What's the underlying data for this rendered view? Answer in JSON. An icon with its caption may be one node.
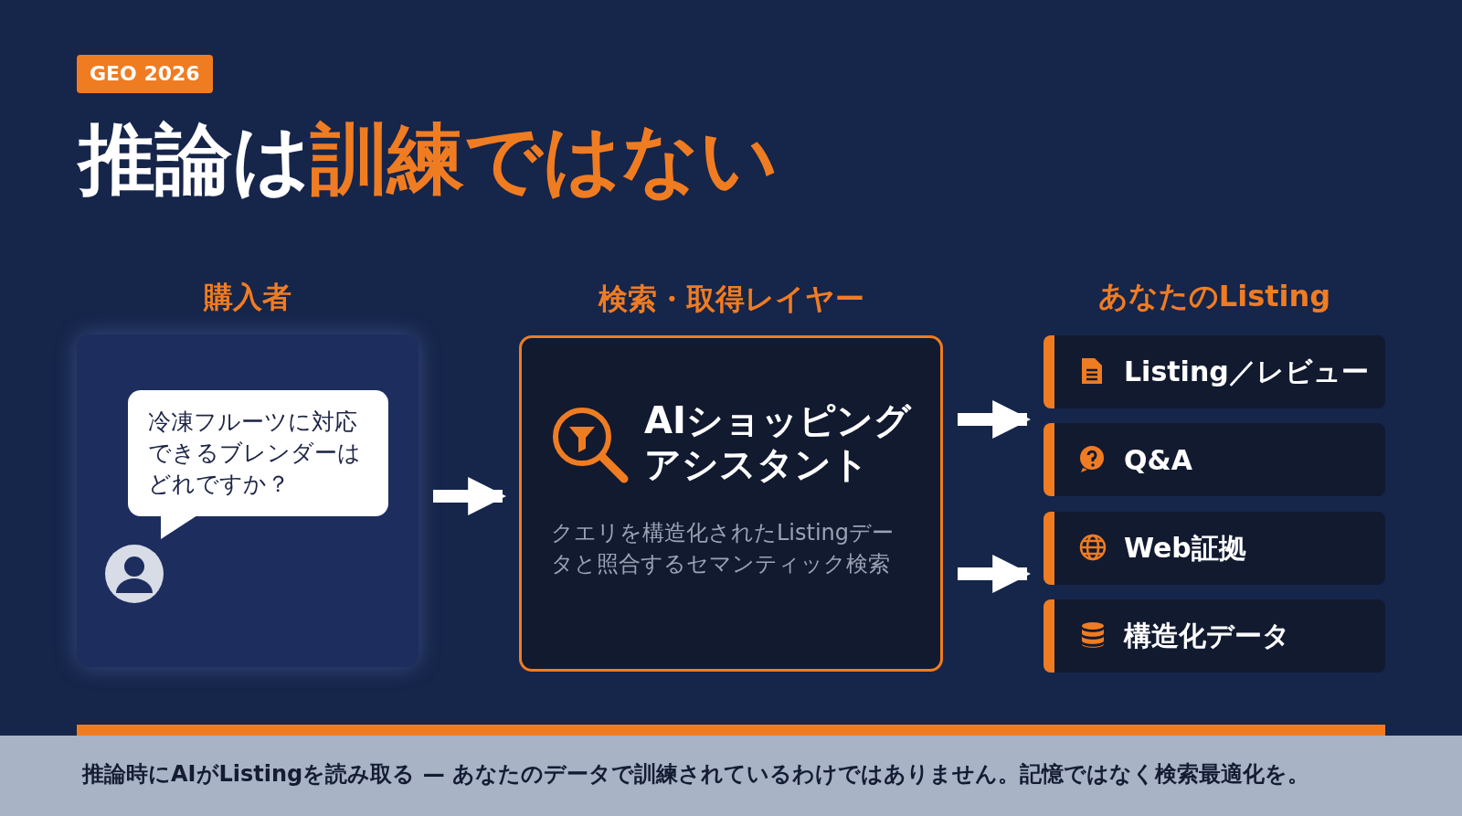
{
  "diagram": {
    "title": "推論は訓練ではない",
    "caption": "推論時にAIがListingを読み取る — あなたのデータで訓練されているわけではありません。記憶ではなく検索最適化を。",
    "nodes": [
      {
        "text": [
          "購入者"
        ]
      },
      {
        "text": [
          "冷凍フルーツに対応できるブレンダーはどれですか？"
        ],
        "in": 0
      },
      {
        "text": [
          "検索・取得レイヤー",
          "AIショッピングアシスタント",
          "クエリを構造化されたListingデータと照合するセマンティック検索"
        ]
      },
      {
        "text": [
          "あなたのListing"
        ]
      },
      {
        "text": [
          "Listing／レビュー"
        ],
        "in": 3
      },
      {
        "text": [
          "Q&A"
        ],
        "in": 3
      },
      {
        "text": [
          "Web証拠"
        ],
        "in": 3
      },
      {
        "text": [
          "構造化データ"
        ],
        "in": 3
      }
    ],
    "edges": [
      {
        "from": 0,
        "to": 2,
        "arrow": "to"
      },
      {
        "from": 2,
        "to": 3,
        "arrow": "to"
      },
      {
        "from": 2,
        "to": 3,
        "arrow": "to"
      }
    ],
    "labels": [
      "GEO 2026"
    ]
  }
}
